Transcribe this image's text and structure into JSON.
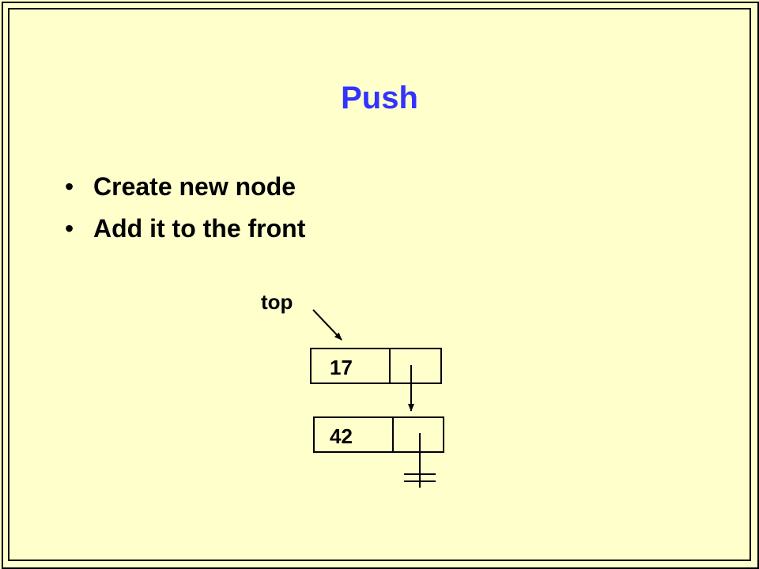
{
  "slide": {
    "title": "Push",
    "bullets": [
      "Create new node",
      "Add it to the front"
    ]
  },
  "diagram": {
    "pointer_label": "top",
    "nodes": [
      {
        "value": "17"
      },
      {
        "value": "42"
      }
    ]
  },
  "colors": {
    "background": "#ffffcc",
    "title": "#3333ff",
    "text": "#000000"
  }
}
